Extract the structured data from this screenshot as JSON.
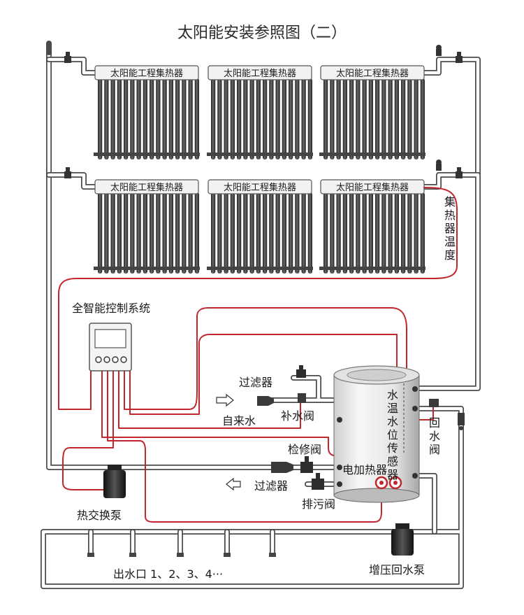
{
  "title": "太阳能安装参照图（二）",
  "collector_label": "太阳能工程集热器",
  "labels": {
    "collector_temp": "集热器温度",
    "control_system": "全智能控制系统",
    "filter_top": "过滤器",
    "tap_water": "自来水",
    "makeup_valve": "补水阀",
    "sensor": "水温水位传感器",
    "return_valve": "回水阀",
    "service_valve": "检修阀",
    "electric_heater": "电加热器",
    "filter_bottom": "过滤器",
    "drain_valve": "排污阀",
    "heat_pump": "热交换泵",
    "outlets": "出水口 1、2、3、4···",
    "booster_pump": "增压回水泵"
  },
  "colors": {
    "wire": "#c1272d",
    "pipe": "#4a4a4a",
    "tube": "#3a3a3a",
    "text": "#1a1a1a"
  }
}
